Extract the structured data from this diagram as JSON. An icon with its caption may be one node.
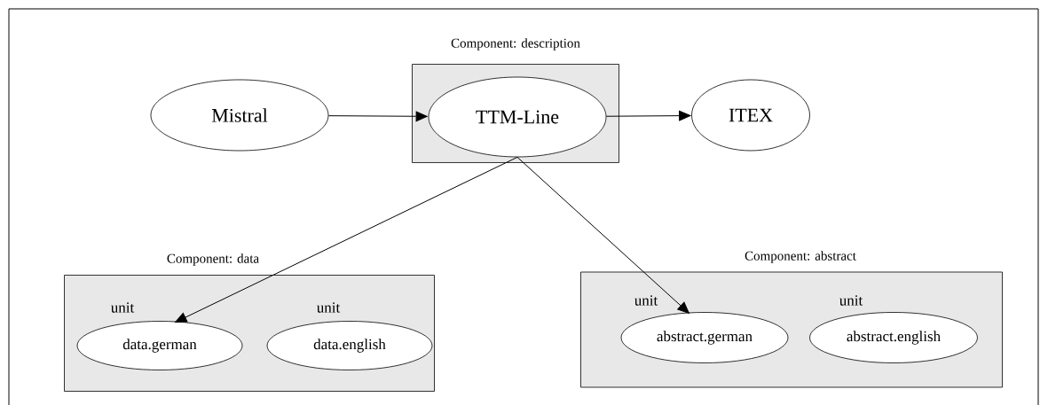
{
  "diagram": {
    "nodes": [
      {
        "text": [
          "Mistral"
        ]
      },
      {
        "text": [
          "Component:  description"
        ]
      },
      {
        "text": [
          "TTM-Line"
        ],
        "in": 1
      },
      {
        "text": [
          "ITEX"
        ]
      },
      {
        "text": [
          "Component: data"
        ]
      },
      {
        "text": [
          "unit",
          "data.german"
        ],
        "in": 4
      },
      {
        "text": [
          "unit",
          "data.english"
        ],
        "in": 4
      },
      {
        "text": [
          "Component: abstract"
        ]
      },
      {
        "text": [
          "unit",
          "abstract.german"
        ],
        "in": 7
      },
      {
        "text": [
          "unit",
          "abstract.english"
        ],
        "in": 7
      }
    ],
    "edges": [
      {
        "from": 0,
        "to": 2,
        "arrow": "to"
      },
      {
        "from": 2,
        "to": 3,
        "arrow": "to"
      },
      {
        "from": 2,
        "to": 5,
        "arrow": "to"
      },
      {
        "from": 2,
        "to": 8,
        "arrow": "to"
      }
    ]
  }
}
